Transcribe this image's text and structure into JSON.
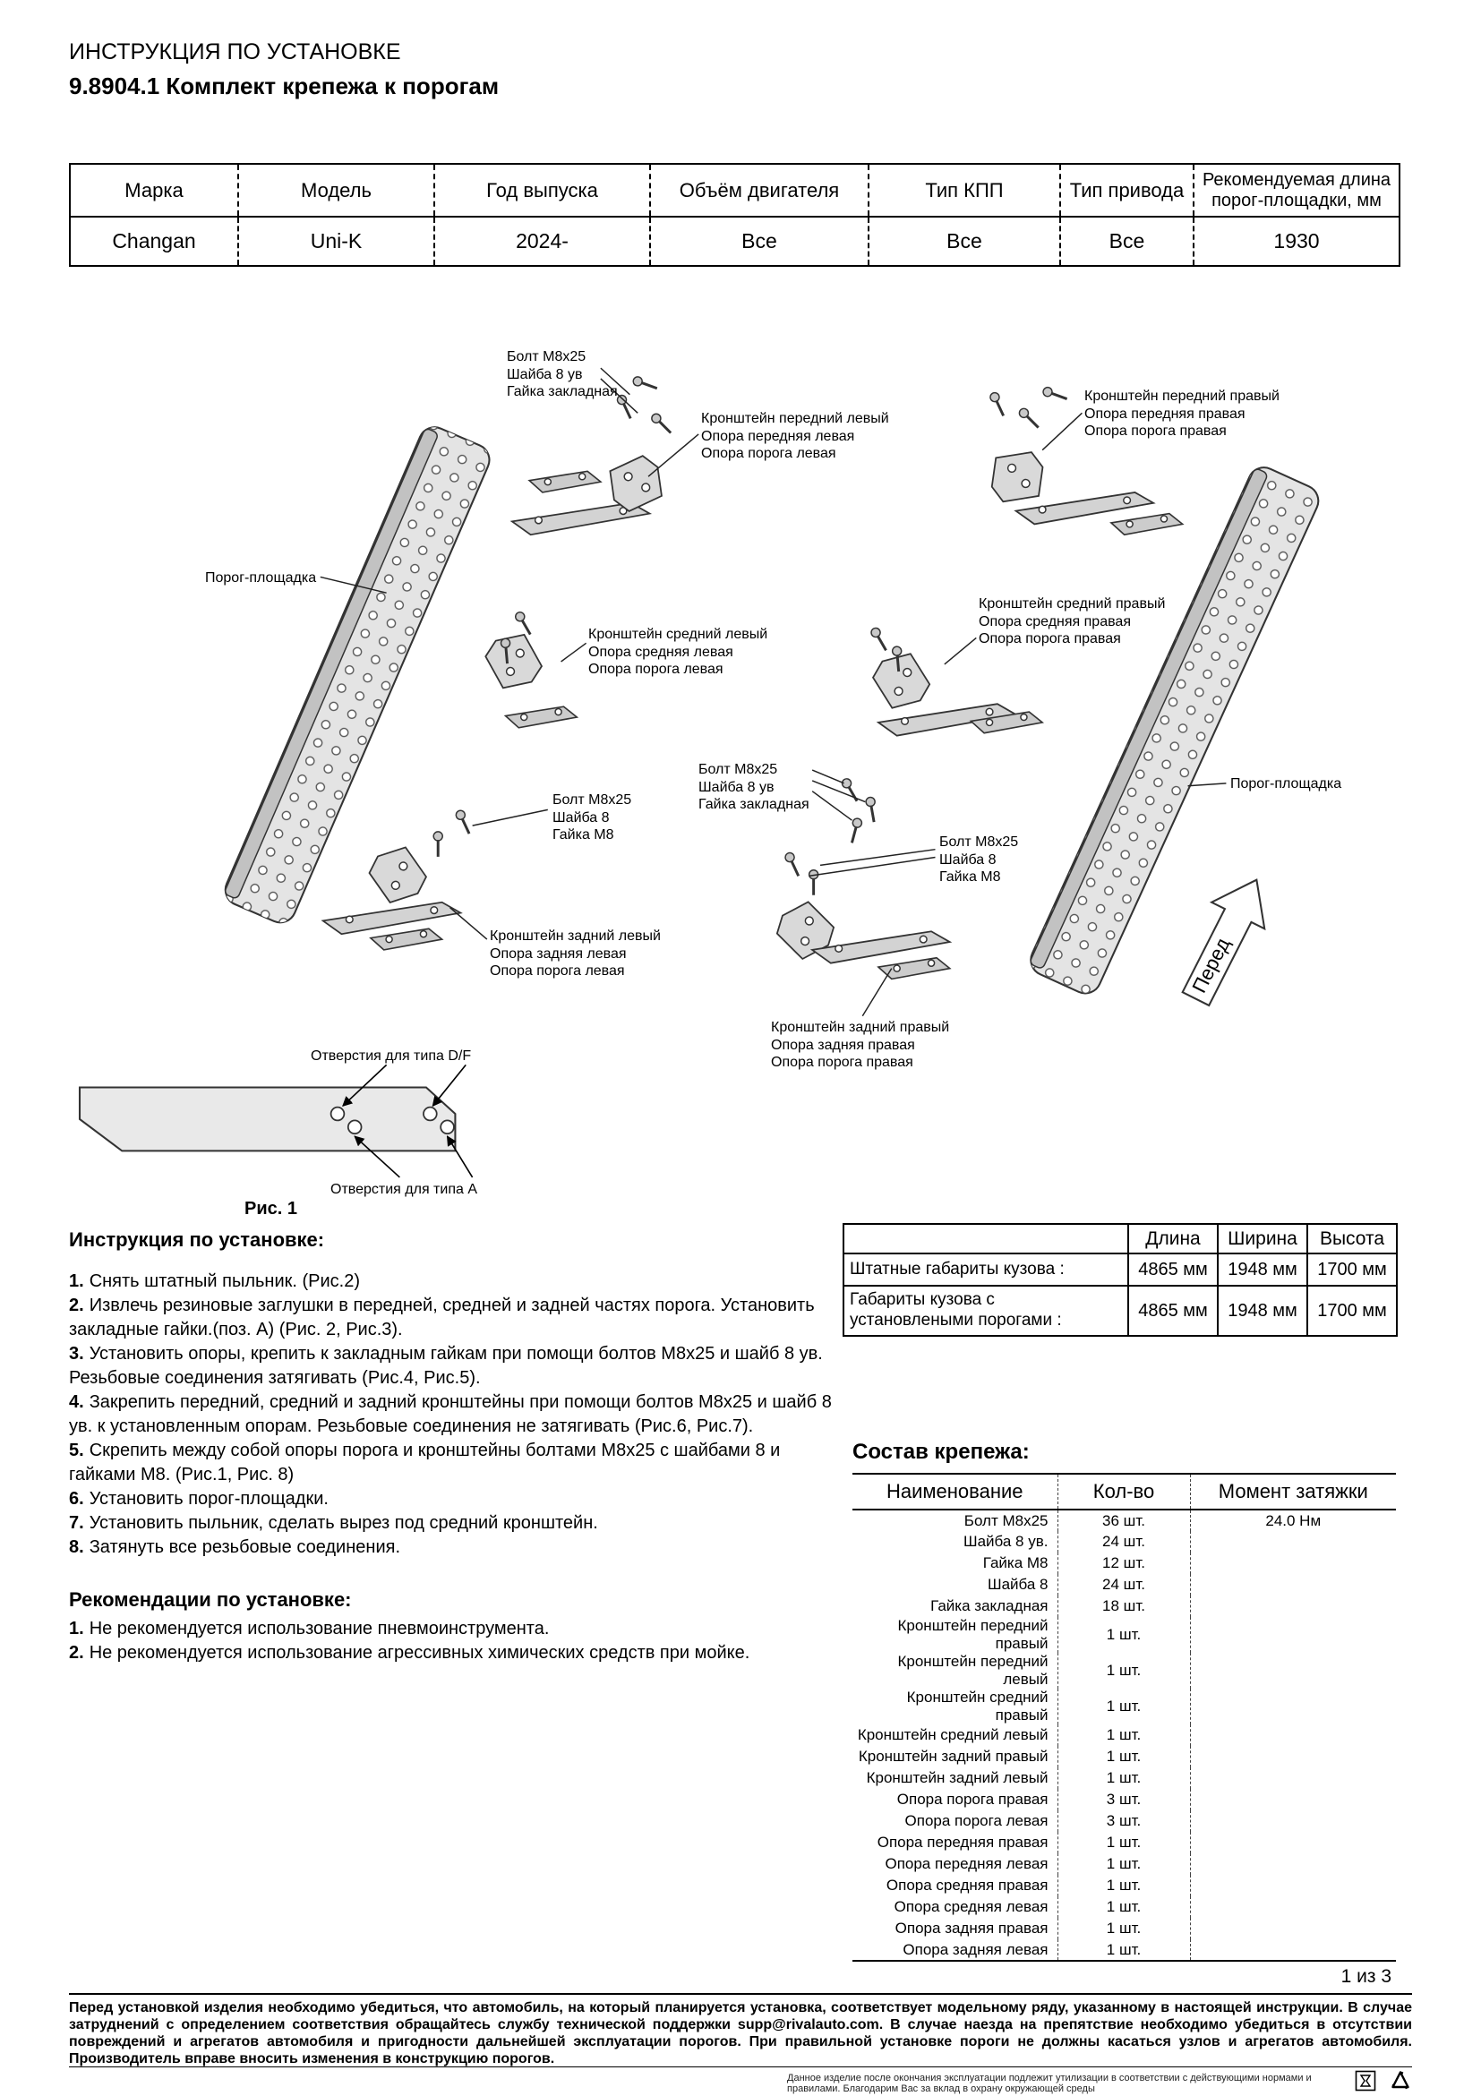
{
  "header": {
    "title_line1": "ИНСТРУКЦИЯ ПО УСТАНОВКЕ",
    "title_line2": "9.8904.1 Комплект крепежа к порогам"
  },
  "vehicle_table": {
    "headers": [
      "Марка",
      "Модель",
      "Год выпуска",
      "Объём двигателя",
      "Тип КПП",
      "Тип привода",
      "Рекомендуемая длина порог-площадки, мм"
    ],
    "row": [
      "Changan",
      "Uni-K",
      "2024-",
      "Все",
      "Все",
      "Все",
      "1930"
    ]
  },
  "diagram": {
    "labels": {
      "bolt_left_top": "Болт М8х25\nШайба 8 ув\nГайка закладная",
      "front_left": "Кронштейн передний левый\nОпора передняя левая\nОпора порога левая",
      "porog_left": "Порог-площадка",
      "mid_left": "Кронштейн средний левый\nОпора средняя левая\nОпора порога левая",
      "bolt_left_mid": "Болт М8х25\nШайба 8\nГайка М8",
      "rear_left": "Кронштейн задний левый\nОпора задняя левая\nОпора порога левая",
      "front_right": "Кронштейн передний правый\nОпора передняя правая\nОпора порога правая",
      "mid_right": "Кронштейн средний правый\nОпора средняя правая\nОпора порога правая",
      "bolt_right_top": "Болт М8х25\nШайба 8 ув\nГайка закладная",
      "bolt_right_mid": "Болт М8х25\nШайба 8\nГайка М8",
      "porog_right": "Порог-площадка",
      "rear_right": "Кронштейн задний правый\nОпора задняя правая\nОпора порога правая",
      "holes_df": "Отверстия для типа D/F",
      "holes_a": "Отверстия для типа А"
    },
    "pered": "Перед",
    "fig_caption": "Рис. 1"
  },
  "instructions": {
    "heading": "Инструкция по установке:",
    "items": [
      {
        "n": "1.",
        "t": "Снять штатный пыльник. (Рис.2)"
      },
      {
        "n": "2.",
        "t": "Извлечь резиновые заглушки в передней, средней и задней частях порога. Установить закладные гайки.(поз. А) (Рис. 2, Рис.3)."
      },
      {
        "n": "3.",
        "t": "Установить опоры, крепить к закладным гайкам при помощи болтов М8х25 и шайб 8 ув. Резьбовые соединения затягивать (Рис.4, Рис.5)."
      },
      {
        "n": "4.",
        "t": "Закрепить передний, средний и задний кронштейны при помощи болтов М8х25 и шайб 8 ув. к установленным опорам. Резьбовые соединения не затягивать (Рис.6, Рис.7)."
      },
      {
        "n": "5.",
        "t": "Скрепить между собой опоры порога и кронштейны болтами М8х25 с шайбами 8 и гайками М8. (Рис.1, Рис. 8)"
      },
      {
        "n": "6.",
        "t": "Установить порог-площадки."
      },
      {
        "n": "7.",
        "t": "Установить пыльник, сделать вырез под средний кронштейн."
      },
      {
        "n": "8.",
        "t": "Затянуть все резьбовые соединения."
      }
    ],
    "recs_heading": "Рекомендации по установке:",
    "recs": [
      {
        "n": "1.",
        "t": "Не рекомендуется использование пневмоинструмента."
      },
      {
        "n": "2.",
        "t": "Не рекомендуется использование агрессивных химических средств при мойке."
      }
    ]
  },
  "dimensions_table": {
    "col_headers": [
      "Длина",
      "Ширина",
      "Высота"
    ],
    "rows": [
      {
        "label": "Штатные габариты кузова :",
        "values": [
          "4865 мм",
          "1948 мм",
          "1700 мм"
        ]
      },
      {
        "label": "Габариты кузова с установлеными порогами :",
        "values": [
          "4865 мм",
          "1948 мм",
          "1700 мм"
        ]
      }
    ]
  },
  "fasteners": {
    "title": "Состав крепежа:",
    "headers": [
      "Наименование",
      "Кол-во",
      "Момент затяжки"
    ],
    "torque": "24.0 Нм",
    "rows": [
      {
        "name": "Болт М8х25",
        "qty": "36 шт."
      },
      {
        "name": "Шайба 8 ув.",
        "qty": "24 шт."
      },
      {
        "name": "Гайка М8",
        "qty": "12 шт."
      },
      {
        "name": "Шайба 8",
        "qty": "24 шт."
      },
      {
        "name": "Гайка закладная",
        "qty": "18 шт."
      },
      {
        "name": "Кронштейн передний правый",
        "qty": "1 шт."
      },
      {
        "name": "Кронштейн передний левый",
        "qty": "1 шт."
      },
      {
        "name": "Кронштейн средний правый",
        "qty": "1 шт."
      },
      {
        "name": "Кронштейн средний левый",
        "qty": "1 шт."
      },
      {
        "name": "Кронштейн задний правый",
        "qty": "1 шт."
      },
      {
        "name": "Кронштейн задний левый",
        "qty": "1 шт."
      },
      {
        "name": "Опора порога правая",
        "qty": "3 шт."
      },
      {
        "name": "Опора порога левая",
        "qty": "3 шт."
      },
      {
        "name": "Опора передняя правая",
        "qty": "1 шт."
      },
      {
        "name": "Опора передняя левая",
        "qty": "1 шт."
      },
      {
        "name": "Опора средняя правая",
        "qty": "1 шт."
      },
      {
        "name": "Опора средняя левая",
        "qty": "1 шт."
      },
      {
        "name": "Опора задняя правая",
        "qty": "1 шт."
      },
      {
        "name": "Опора задняя левая",
        "qty": "1 шт."
      }
    ]
  },
  "footer": {
    "page_number": "1 из 3",
    "disclaimer": "Перед установкой изделия необходимо убедиться, что автомобиль, на который планируется установка, соответствует модельному ряду, указанному в настоящей инструкции. В случае затруднений с определением соответствия обращайтесь службу технической поддержки supp@rivalauto.com. В случае наезда на препятствие необходимо убедиться в отсутствии повреждений и агрегатов автомобиля и пригодности дальнейшей эксплуатации порогов. При правильной установке пороги не должны касаться узлов и агрегатов автомобиля. Производитель вправе вносить изменения в конструкцию порогов.",
    "recycle_note": "Данное изделие после окончания эксплуатации подлежит утилизации в соответствии с действующими нормами и правилами. Благодарим Вас за вклад в охрану окружающей среды"
  }
}
